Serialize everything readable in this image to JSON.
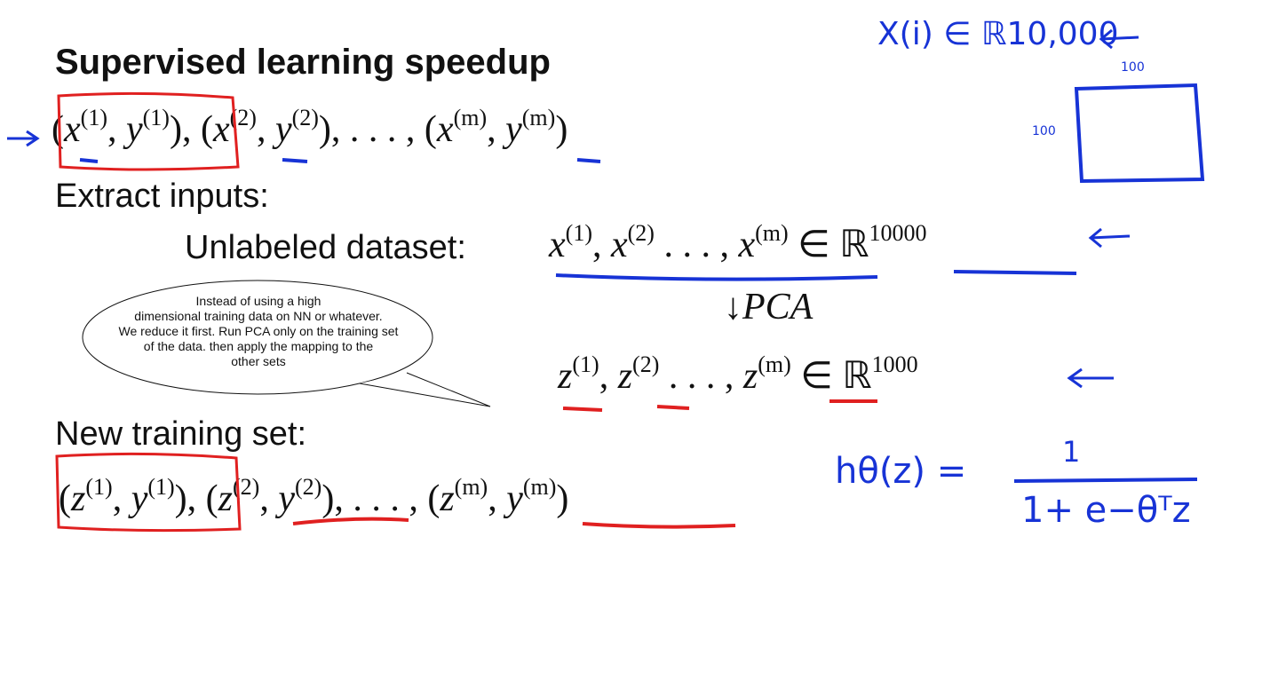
{
  "slide": {
    "title": "Supervised learning speedup",
    "extract_label": "Extract inputs:",
    "unlabeled_label": "Unlabeled dataset:",
    "new_training_label": "New training set:"
  },
  "math": {
    "x1": "x",
    "y1": "y",
    "sup1": "(1)",
    "sup2": "(2)",
    "supm": "(m)",
    "unlabeled_set": "x, x, . . . , x",
    "r10000": "10000",
    "r1000": "1000",
    "pca": "PCA",
    "down_arrow": "↓",
    "element_of": "∈",
    "reals": "ℝ",
    "ellipsis": ", . . . ,"
  },
  "annotations": {
    "top_right_label": "X(i) ∈ ℝ10,000",
    "box_width": "100",
    "box_height": "100",
    "hypothesis_lhs": "hθ(z) =",
    "hypothesis_num": "1",
    "hypothesis_den": "1+ e−θᵀz"
  },
  "callout": {
    "text_line1": "Instead of using a high",
    "text_line2": "dimensional training data on NN or whatever.",
    "text_line3": "We reduce it first. Run PCA only on the training set",
    "text_line4": "of the data. then apply the mapping to the",
    "text_line5": "other sets"
  },
  "colors": {
    "blue_ink": "#1733d6",
    "red_ink": "#e02020",
    "text": "#111111"
  }
}
